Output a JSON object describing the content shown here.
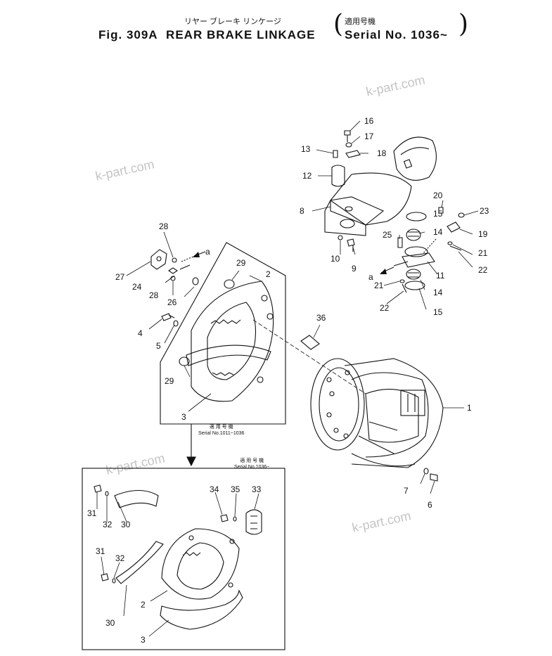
{
  "title": {
    "fig_label": "Fig. 309A",
    "name_en": "REAR BRAKE LINKAGE",
    "name_ja": "リヤー ブレーキ リンケージ",
    "serial_ja": "適用号機",
    "serial_en": "Serial No. 1036~"
  },
  "notes": {
    "upper_ja": "適 用 号 機",
    "upper_serial": "Serial No.1011~1036",
    "lower_ja": "適 用 号 機",
    "lower_serial": "Serial No.1036~"
  },
  "watermark": "k-part.com",
  "callouts": {
    "p1": "1",
    "p2a": "2",
    "p2b": "2",
    "p3a": "3",
    "p3b": "3",
    "p4": "4",
    "p5": "5",
    "p6": "6",
    "p7": "7",
    "p8": "8",
    "p9": "9",
    "p10": "10",
    "p11": "11",
    "p12": "12",
    "p13": "13",
    "p14a": "14",
    "p14b": "14",
    "p15a": "15",
    "p15b": "15",
    "p16": "16",
    "p17": "17",
    "p18": "18",
    "p19": "19",
    "p20": "20",
    "p21a": "21",
    "p21b": "21",
    "p22a": "22",
    "p22b": "22",
    "p23": "23",
    "p24": "24",
    "p25": "25",
    "p26": "26",
    "p27": "27",
    "p28a": "28",
    "p28b": "28",
    "p29a": "29",
    "p29b": "29",
    "p30a": "30",
    "p30b": "30",
    "p31a": "31",
    "p31b": "31",
    "p32a": "32",
    "p32b": "32",
    "p33": "33",
    "p34": "34",
    "p35": "35",
    "p36": "36",
    "ref_a1": "a",
    "ref_a2": "a"
  }
}
